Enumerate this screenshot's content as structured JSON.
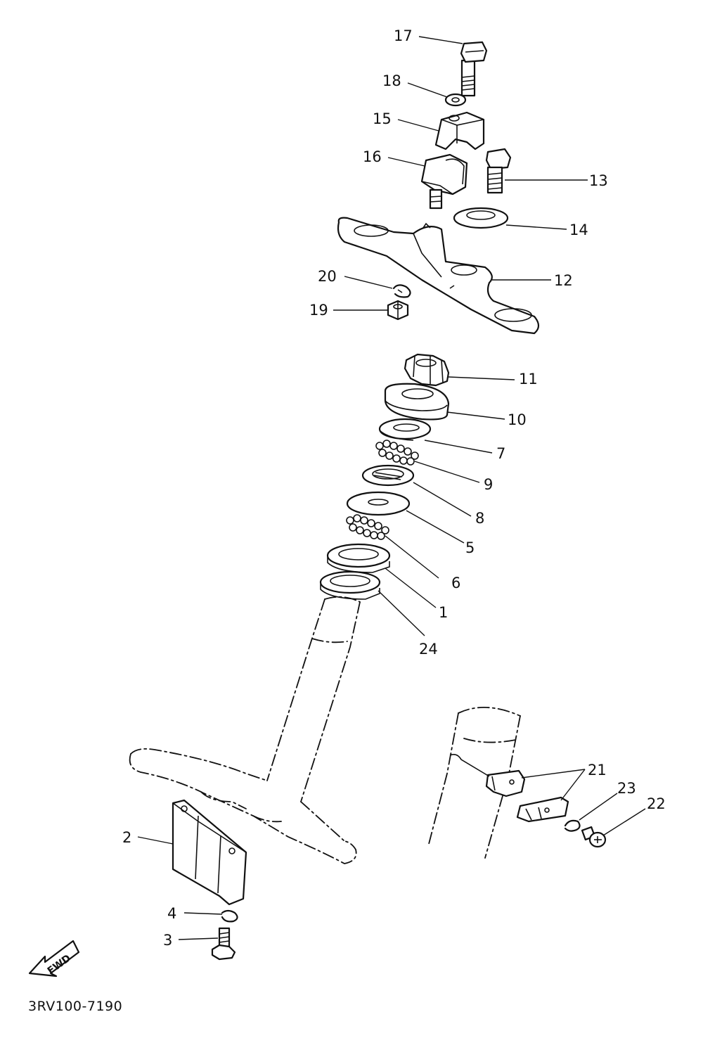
{
  "drawing_code": "3RV100-7190",
  "fwd_label": "FWD",
  "callouts": [
    {
      "id": "c17",
      "label": "17"
    },
    {
      "id": "c18",
      "label": "18"
    },
    {
      "id": "c15",
      "label": "15"
    },
    {
      "id": "c16",
      "label": "16"
    },
    {
      "id": "c13",
      "label": "13"
    },
    {
      "id": "c14",
      "label": "14"
    },
    {
      "id": "c20",
      "label": "20"
    },
    {
      "id": "c19",
      "label": "19"
    },
    {
      "id": "c12",
      "label": "12"
    },
    {
      "id": "c11",
      "label": "11"
    },
    {
      "id": "c10",
      "label": "10"
    },
    {
      "id": "c7",
      "label": "7"
    },
    {
      "id": "c9",
      "label": "9"
    },
    {
      "id": "c8",
      "label": "8"
    },
    {
      "id": "c5",
      "label": "5"
    },
    {
      "id": "c6",
      "label": "6"
    },
    {
      "id": "c1",
      "label": "1"
    },
    {
      "id": "c24",
      "label": "24"
    },
    {
      "id": "c21",
      "label": "21"
    },
    {
      "id": "c23",
      "label": "23"
    },
    {
      "id": "c22",
      "label": "22"
    },
    {
      "id": "c2",
      "label": "2"
    },
    {
      "id": "c4",
      "label": "4"
    },
    {
      "id": "c3",
      "label": "3"
    }
  ]
}
